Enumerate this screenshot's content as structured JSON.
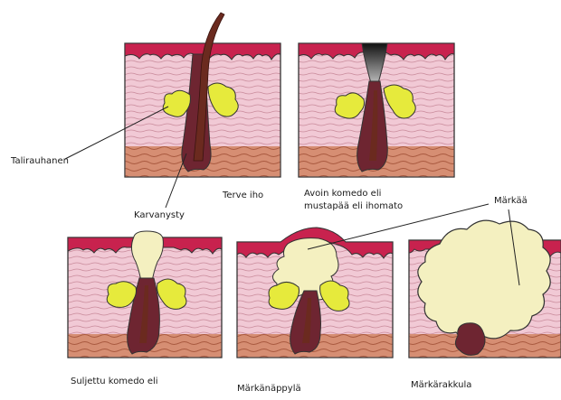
{
  "labels": {
    "sebaceous_gland": "Talirauhanen",
    "hair_follicle": "Karvanysty",
    "healthy_skin": "Terve iho",
    "open_comedo_line1": "Avoin komedo eli",
    "open_comedo_line2": "mustapää eli ihomato",
    "pus": "Märkää",
    "closed_comedo": "Suljettu komedo eli",
    "pustule": "Märkänäppylä",
    "cyst": "Märkärakkula"
  },
  "colors": {
    "dermis": "#f1c9d5",
    "epidermis": "#c8224e",
    "subcutis": "#d68e73",
    "hair": "#6b2a1f",
    "gland": "#e6ea3c",
    "pus": "#f4f0c0",
    "blackhead": "#1a1a1a"
  }
}
